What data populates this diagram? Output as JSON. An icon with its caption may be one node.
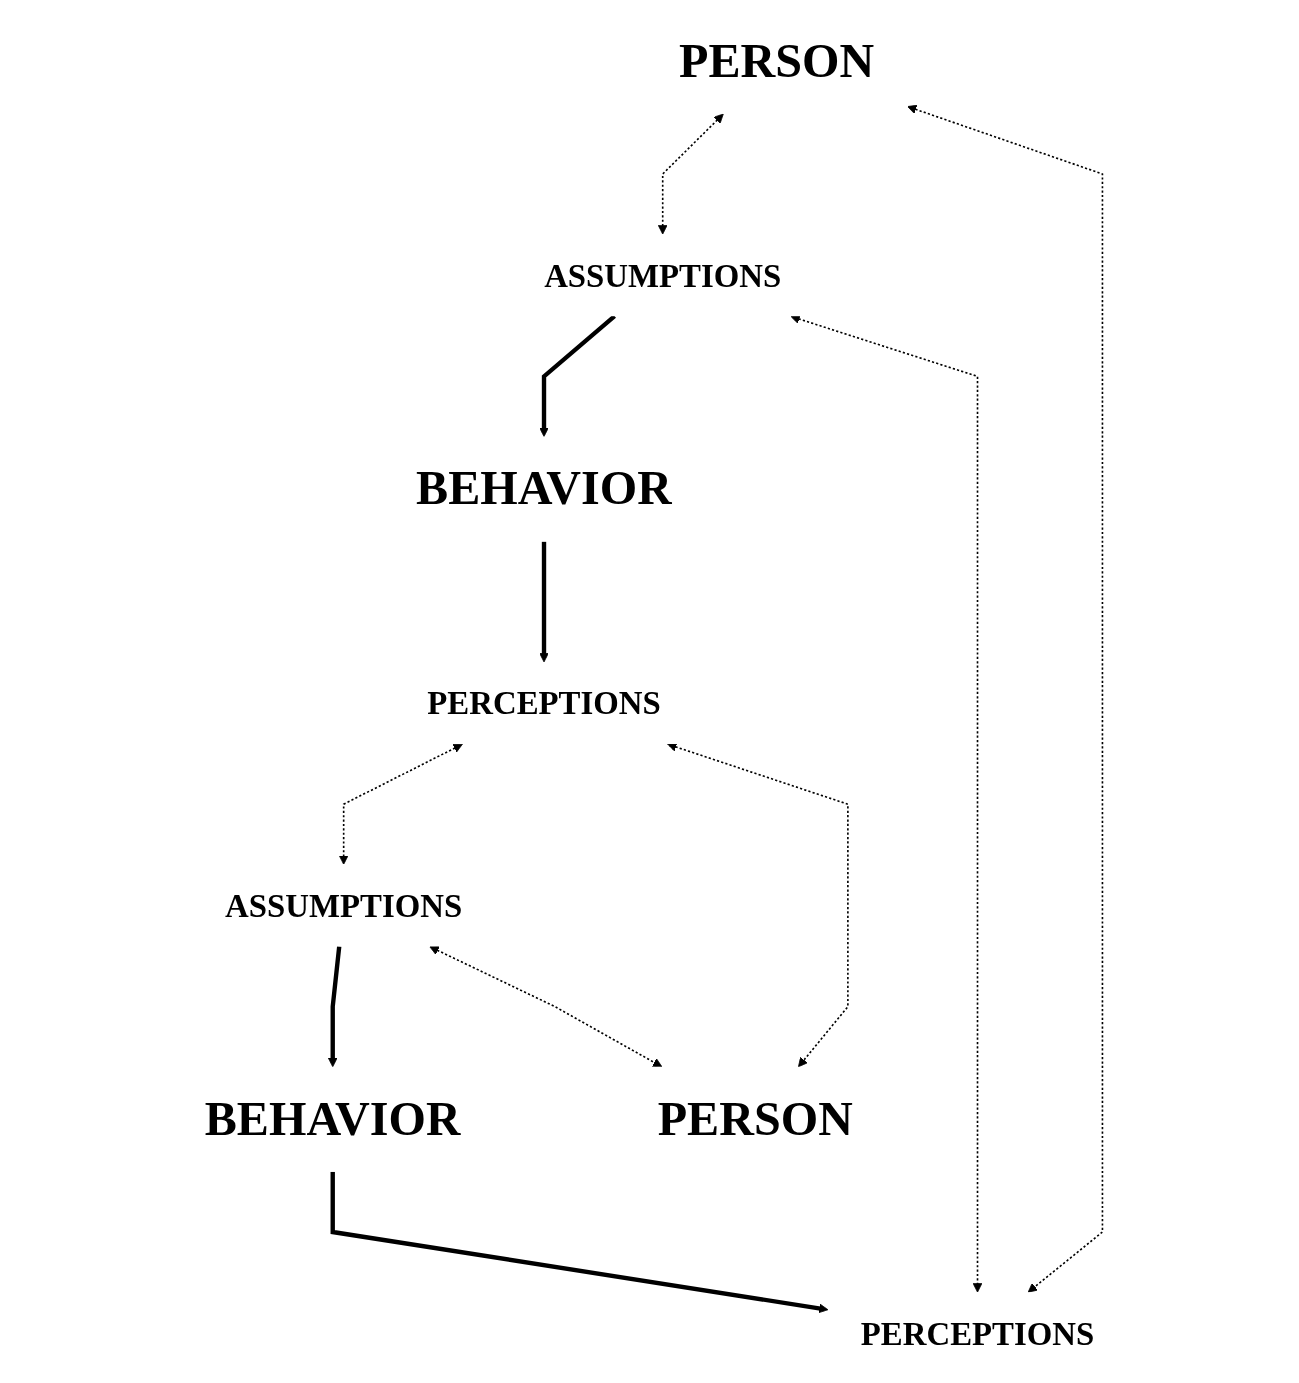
{
  "diagram": {
    "nodes": [
      {
        "text": [
          "PERSON"
        ]
      },
      {
        "text": [
          "ASSUMPTIONS"
        ]
      },
      {
        "text": [
          "PERCEPTIONS"
        ]
      },
      {
        "text": [
          "BEHAVIOR"
        ]
      },
      {
        "text": [
          "BEHAVIOR"
        ]
      },
      {
        "text": [
          "PERCEPTIONS"
        ]
      },
      {
        "text": [
          "ASSUMPTIONS"
        ]
      },
      {
        "text": [
          "PERSON"
        ]
      }
    ],
    "edges": [
      {
        "from": 0,
        "to": 1,
        "arrow": "both",
        "style": "dashed"
      },
      {
        "from": 0,
        "to": 2,
        "arrow": "both",
        "style": "dashed"
      },
      {
        "from": 1,
        "to": 2,
        "arrow": "both",
        "style": "dashed"
      },
      {
        "from": 1,
        "to": 3,
        "arrow": "to",
        "style": "thick"
      },
      {
        "from": 3,
        "to": 5,
        "arrow": "to",
        "style": "thick"
      },
      {
        "from": 5,
        "to": 6,
        "arrow": "both",
        "style": "dashed"
      },
      {
        "from": 5,
        "to": 7,
        "arrow": "both",
        "style": "dashed"
      },
      {
        "from": 6,
        "to": 7,
        "arrow": "both",
        "style": "dashed"
      },
      {
        "from": 6,
        "to": 4,
        "arrow": "to",
        "style": "thick"
      },
      {
        "from": 4,
        "to": 2,
        "arrow": "to",
        "style": "thick"
      }
    ]
  }
}
